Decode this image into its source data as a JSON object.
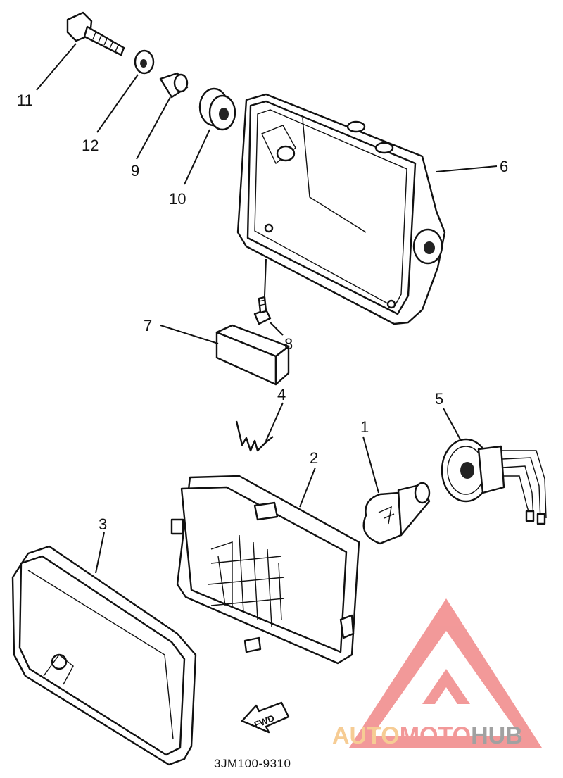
{
  "diagram": {
    "callouts": [
      {
        "id": "c11",
        "label": "11"
      },
      {
        "id": "c12",
        "label": "12"
      },
      {
        "id": "c9",
        "label": "9"
      },
      {
        "id": "c10",
        "label": "10"
      },
      {
        "id": "c6",
        "label": "6"
      },
      {
        "id": "c7",
        "label": "7"
      },
      {
        "id": "c8",
        "label": "8"
      },
      {
        "id": "c4",
        "label": "4"
      },
      {
        "id": "c5",
        "label": "5"
      },
      {
        "id": "c2",
        "label": "2"
      },
      {
        "id": "c1",
        "label": "1"
      },
      {
        "id": "c3",
        "label": "3"
      }
    ],
    "fwd_label": "FWD",
    "drawing_code": "3JM100-9310"
  },
  "watermark": {
    "part_a": "AUTO",
    "part_b": "MOTO",
    "part_c": "HUB",
    "color_a": "#f5c07a",
    "color_b": "#f08080",
    "color_c": "#8a8a8a"
  }
}
